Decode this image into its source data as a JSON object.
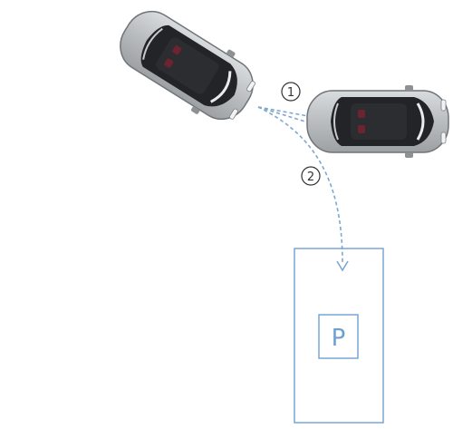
{
  "steps": [
    {
      "label": "1"
    },
    {
      "label": "2"
    }
  ],
  "parking_sign": {
    "text": "P"
  },
  "colors": {
    "path_blue": "#7fa7cf",
    "frame_blue": "#6f9fd0",
    "car_body": "#bfc3c6",
    "car_glass": "#1e1f22"
  },
  "icons": {
    "car_original": "car-icon",
    "car_moved": "car-icon",
    "arrow": "arrow-down-icon"
  }
}
